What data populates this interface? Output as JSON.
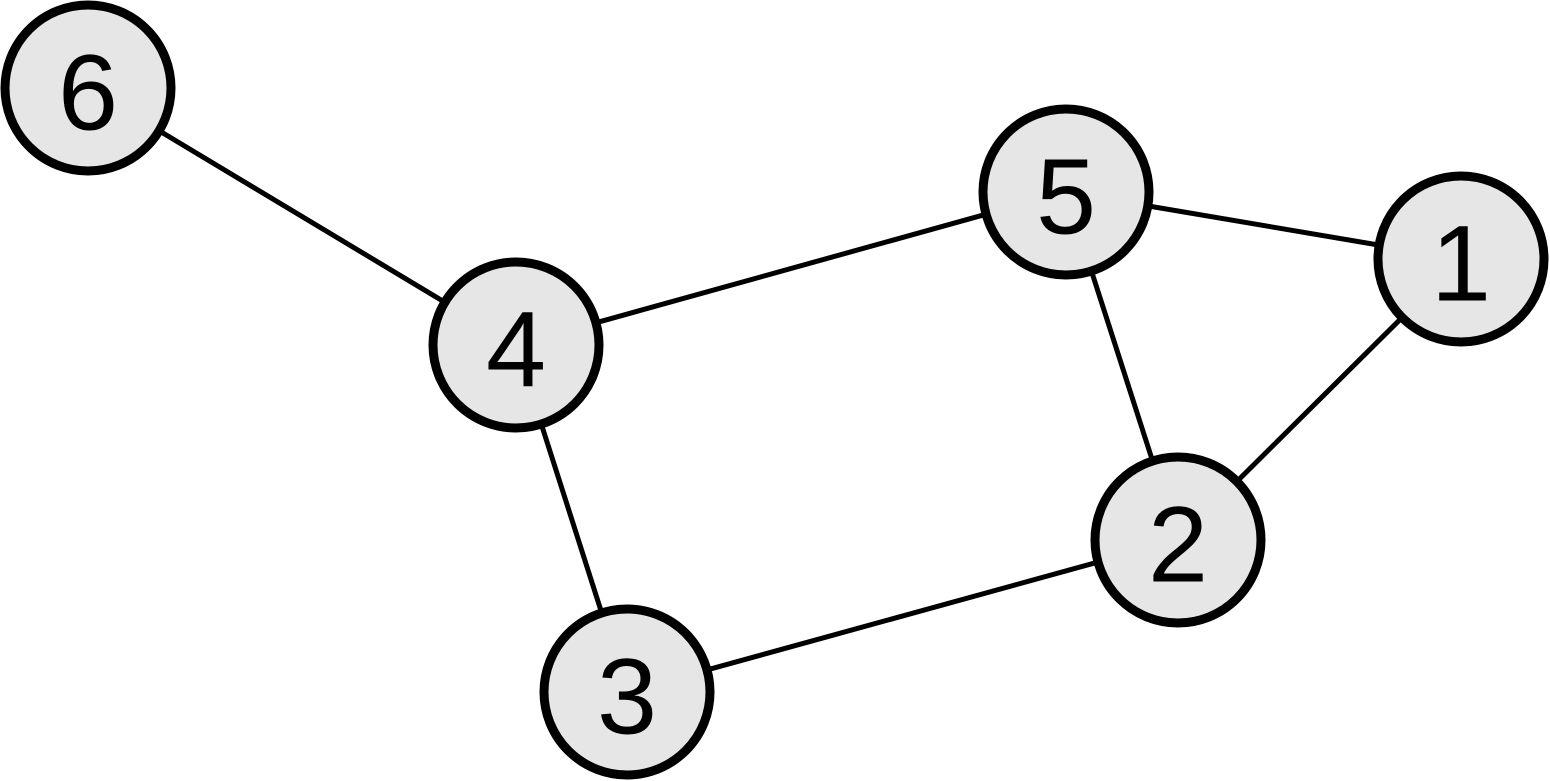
{
  "graph": {
    "nodes": [
      {
        "id": "6",
        "label": "6"
      },
      {
        "id": "4",
        "label": "4"
      },
      {
        "id": "5",
        "label": "5"
      },
      {
        "id": "1",
        "label": "1"
      },
      {
        "id": "2",
        "label": "2"
      },
      {
        "id": "3",
        "label": "3"
      }
    ],
    "edges": [
      {
        "from": "6",
        "to": "4"
      },
      {
        "from": "4",
        "to": "5"
      },
      {
        "from": "5",
        "to": "1"
      },
      {
        "from": "5",
        "to": "2"
      },
      {
        "from": "1",
        "to": "2"
      },
      {
        "from": "4",
        "to": "3"
      },
      {
        "from": "3",
        "to": "2"
      }
    ],
    "colors": {
      "node_fill": "#e6e6e6",
      "node_stroke": "#000000",
      "edge": "#000000",
      "text": "#000000"
    }
  }
}
